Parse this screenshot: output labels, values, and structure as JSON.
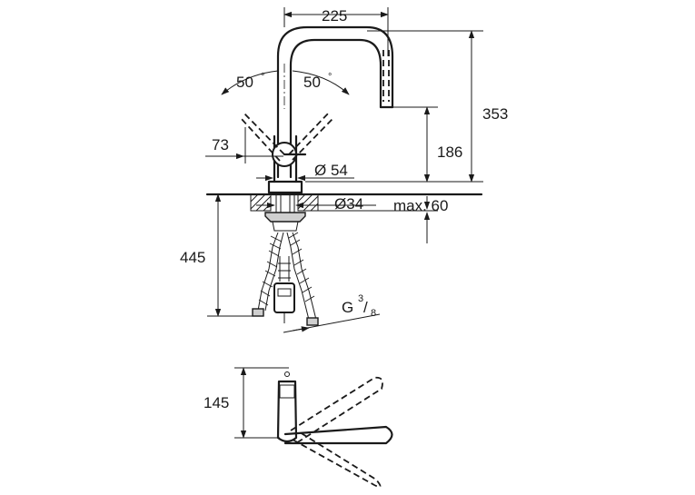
{
  "dimensions": {
    "spout_reach": "225",
    "height_total": "353",
    "spout_height": "186",
    "angle_left": "50",
    "angle_right": "50",
    "degree_symbol": "°",
    "handle_offset": "73",
    "base_diameter": "Ø 54",
    "hole_diameter": "Ø34",
    "max_thickness": "max. 60",
    "hose_length": "445",
    "thread_prefix": "G",
    "thread_num": "3",
    "thread_sep": "/",
    "thread_den": "8",
    "top_depth": "145"
  }
}
